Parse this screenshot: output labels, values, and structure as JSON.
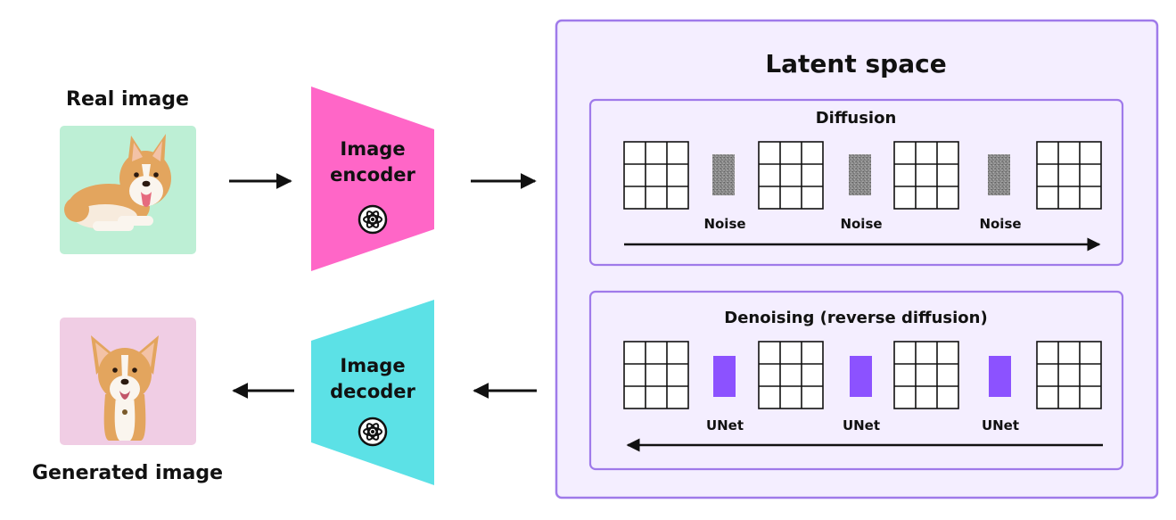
{
  "real_image": {
    "label": "Real image",
    "background": "#BDEFD5"
  },
  "generated_image": {
    "label": "Generated image",
    "background": "#F0CDE4"
  },
  "encoder": {
    "line1": "Image",
    "line2": "encoder",
    "color": "#FF66C7",
    "icon": "atom-icon"
  },
  "decoder": {
    "line1": "Image",
    "line2": "decoder",
    "color": "#5CE1E6",
    "icon": "atom-icon"
  },
  "latent_space": {
    "title": "Latent space",
    "background": "#F4EEFF",
    "border": "#9F7AEA",
    "diffusion": {
      "title": "Diffusion",
      "steps": [
        "Noise",
        "Noise",
        "Noise"
      ],
      "arrow_direction": "right"
    },
    "denoising": {
      "title": "Denoising (reverse diffusion)",
      "steps": [
        "UNet",
        "UNet",
        "UNet"
      ],
      "arrow_direction": "left",
      "unet_color": "#8C52FF"
    }
  }
}
